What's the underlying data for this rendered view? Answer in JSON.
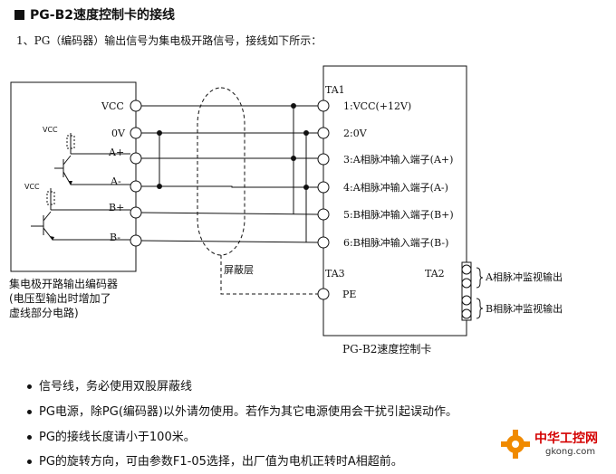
{
  "title": "PG-B2速度控制卡的接线",
  "intro": "1、PG（编码器）输出信号为集电极开路信号，接线如下所示：",
  "encoder": {
    "terminals": [
      "VCC",
      "0V",
      "A+",
      "A-",
      "B+",
      "B-"
    ],
    "vcc_small": [
      "VCC",
      "VCC"
    ],
    "caption": [
      "集电极开路输出编码器",
      "(电压型输出时增加了",
      "虚线部分电路)"
    ]
  },
  "shield_label": "屏蔽层",
  "card": {
    "ta1": "TA1",
    "ta1_terminals": [
      "1:VCC(+12V)",
      "2:0V",
      "3:A相脉冲输入端子(A+)",
      "4:A相脉冲输入端子(A-)",
      "5:B相脉冲输入端子(B+)",
      "6:B相脉冲输入端子(B-)"
    ],
    "ta3": "TA3",
    "pe": "PE",
    "ta2": "TA2",
    "ta2_outputs": [
      "A相脉冲监视输出",
      "B相脉冲监视输出"
    ],
    "name": "PG-B2速度控制卡"
  },
  "bullets": [
    "信号线，务必使用双股屏蔽线",
    "PG电源，除PG(编码器)以外请勿使用。若作为其它电源使用会干扰引起误动作。",
    "PG的接线长度请小于100米。",
    "PG的旋转方向，可由参数F1-05选择，出厂值为电机正转时A相超前。"
  ],
  "watermark": {
    "name": "中华工控网",
    "url": "gkong.com"
  },
  "colors": {
    "line": "#111111",
    "logo_red": "#d40000",
    "logo_orange": "#f08a00"
  }
}
